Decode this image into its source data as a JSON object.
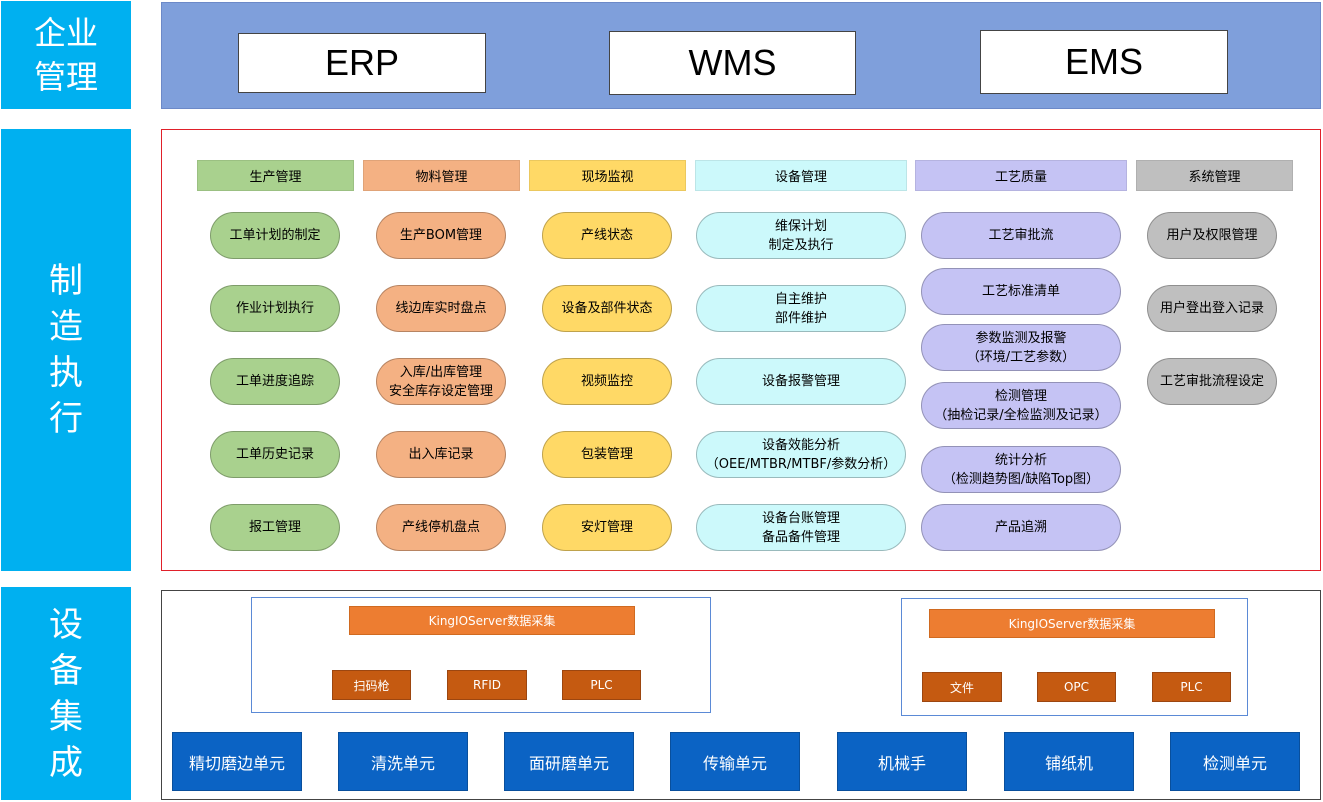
{
  "layers": {
    "enterprise": "企业\n管理",
    "mes": "制\n造\n执\n行",
    "device": "设\n备\n集\n成"
  },
  "systems": [
    "ERP",
    "WMS",
    "EMS"
  ],
  "categories": [
    {
      "label": "生产管理",
      "color": "#a9d18e"
    },
    {
      "label": "物料管理",
      "color": "#f4b183"
    },
    {
      "label": "现场监视",
      "color": "#ffd966"
    },
    {
      "label": "设备管理",
      "color": "#ccf9fb"
    },
    {
      "label": "工艺质量",
      "color": "#c5c3f4"
    },
    {
      "label": "系统管理",
      "color": "#bfbfbf"
    }
  ],
  "columns": [
    [
      "工单计划的制定",
      "作业计划执行",
      "工单进度追踪",
      "工单历史记录",
      "报工管理"
    ],
    [
      "生产BOM管理",
      "线边库实时盘点",
      "入库/出库管理\n安全库存设定管理",
      "出入库记录",
      "产线停机盘点"
    ],
    [
      "产线状态",
      "设备及部件状态",
      "视频监控",
      "包装管理",
      "安灯管理"
    ],
    [
      "维保计划\n制定及执行",
      "自主维护\n部件维护",
      "设备报警管理",
      "设备效能分析\n（OEE/MTBR/MTBF/参数分析）",
      "设备台账管理\n备品备件管理"
    ],
    [
      "工艺审批流",
      "工艺标准清单",
      "参数监测及报警\n（环境/工艺参数）",
      "检测管理\n（抽检记录/全检监测及记录）",
      "统计分析\n（检测趋势图/缺陷Top图）",
      "产品追溯"
    ],
    [
      "用户及权限管理",
      "用户登出登入记录",
      "工艺审批流程设定"
    ]
  ],
  "collectors": [
    {
      "title": "KingIOServer数据采集",
      "sources": [
        "扫码枪",
        "RFID",
        "PLC"
      ]
    },
    {
      "title": "KingIOServer数据采集",
      "sources": [
        "文件",
        "OPC",
        "PLC"
      ]
    }
  ],
  "units": [
    "精切磨边单元",
    "清洗单元",
    "面研磨单元",
    "传输单元",
    "机械手",
    "铺纸机",
    "检测单元"
  ],
  "colors": {
    "side": "#00b0f0",
    "top_band": "#7f9fdb",
    "mes_border": "#e0202a",
    "unit": "#0b63c4",
    "collector": "#ed7d31",
    "source": "#c55a11",
    "arrow": "#ffc000"
  }
}
